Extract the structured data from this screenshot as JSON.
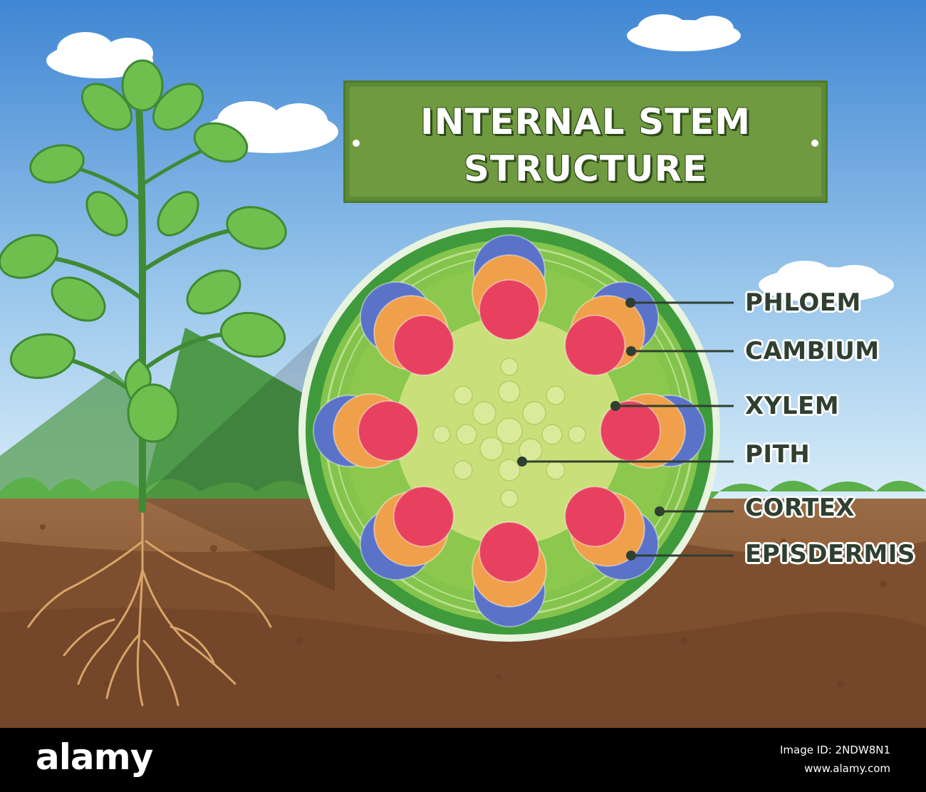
{
  "title": {
    "line1": "INTERNAL STEM",
    "line2": "STRUCTURE"
  },
  "labels": [
    {
      "id": "phloem",
      "text": "PHLOEM"
    },
    {
      "id": "cambium",
      "text": "CAMBIUM"
    },
    {
      "id": "xylem",
      "text": "XYLEM"
    },
    {
      "id": "pith",
      "text": "PITH"
    },
    {
      "id": "cortex",
      "text": "CORTEX"
    },
    {
      "id": "epidermis",
      "text": "EPISDERMIS"
    }
  ],
  "footer": {
    "brand": "alamy",
    "image_id_line": "Image ID: 2NDW8N1",
    "url_line": "www.alamy.com"
  },
  "colors": {
    "sky": "#5f9ad8",
    "sign_green": "#6f9a3f",
    "stem_outer": "#3f8f3a",
    "pith": "#cfe27a",
    "xylem": "#e8415f",
    "cambium": "#f0a04b",
    "phloem": "#5a73c8",
    "soil": "#8c5a34",
    "label_text": "#2f3f30"
  }
}
